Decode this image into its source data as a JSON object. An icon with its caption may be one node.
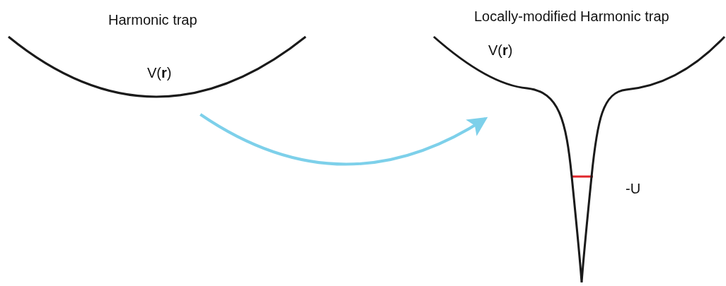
{
  "diagram": {
    "nodes": [
      {
        "text": [
          "Harmonic trap",
          "V(**r**)"
        ]
      },
      {
        "text": [
          "Locally-modified Harmonic trap",
          "V(**r**)"
        ]
      }
    ],
    "edges": [
      {
        "from": 0,
        "to": 1,
        "arrow": "to"
      }
    ],
    "labels": [
      "-U"
    ]
  }
}
